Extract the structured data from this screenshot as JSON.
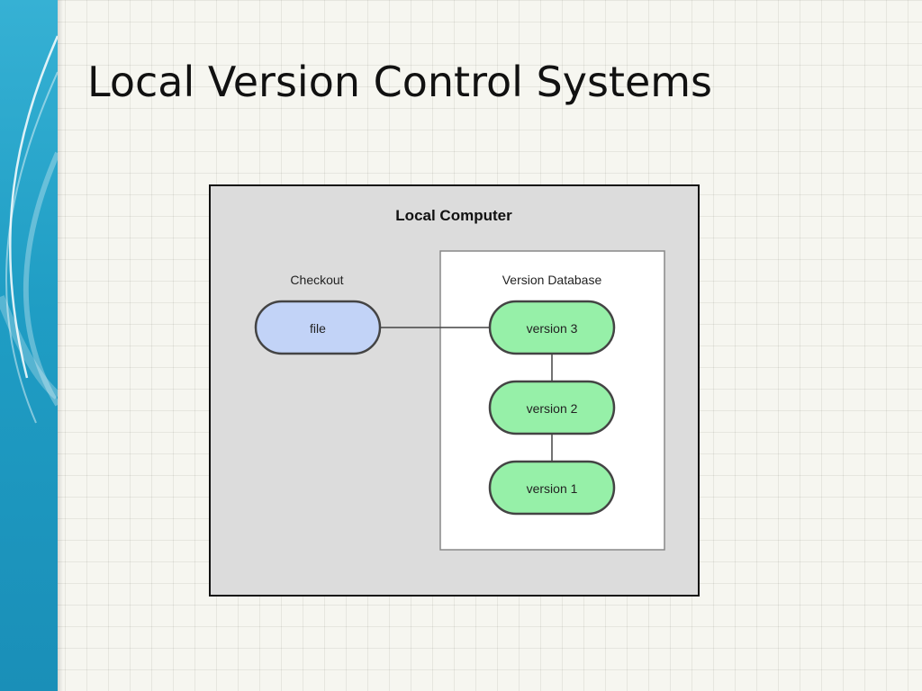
{
  "slide": {
    "title": "Local Version Control Systems"
  },
  "diagram": {
    "outer_label": "Local Computer",
    "checkout_label": "Checkout",
    "file_label": "file",
    "database_label": "Version Database",
    "versions": [
      "version 3",
      "version 2",
      "version 1"
    ]
  },
  "colors": {
    "accent_band": "#1f9dc4",
    "file_fill": "#c2d3f7",
    "version_fill": "#96f0a8",
    "outer_fill": "#dcdcdc"
  }
}
